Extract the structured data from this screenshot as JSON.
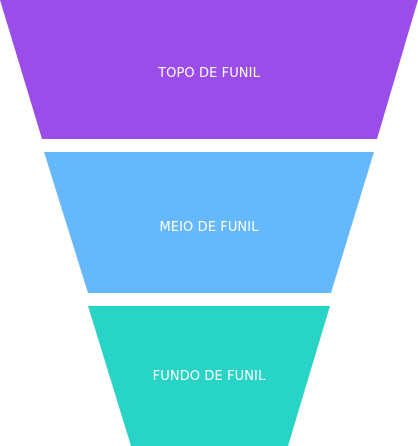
{
  "funnel": {
    "stages": [
      {
        "label": "TOPO DE FUNIL",
        "color": "#9B4DEA"
      },
      {
        "label": "MEIO DE FUNIL",
        "color": "#66B8FC"
      },
      {
        "label": "FUNDO DE FUNIL",
        "color": "#28D4C6"
      }
    ]
  }
}
